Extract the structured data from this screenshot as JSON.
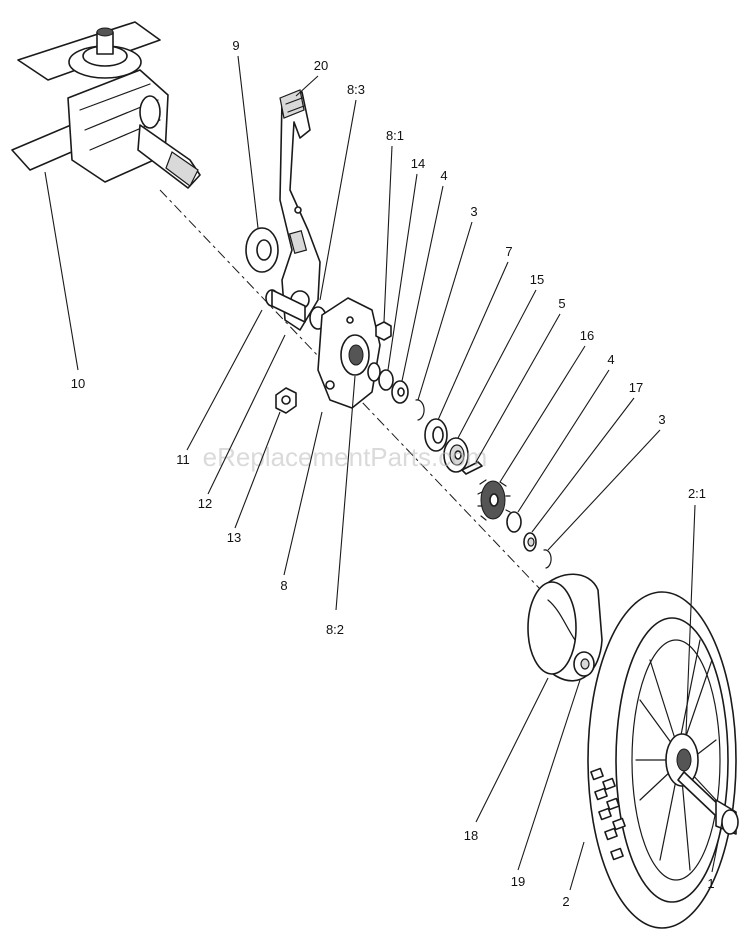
{
  "watermark": "eReplacementParts.com",
  "callouts": [
    "9",
    "20",
    "8:3",
    "8:1",
    "14",
    "4",
    "3",
    "7",
    "15",
    "5",
    "16",
    "4",
    "17",
    "3",
    "2:1",
    "10",
    "11",
    "12",
    "13",
    "8",
    "8:2",
    "18",
    "19",
    "2",
    "1"
  ]
}
